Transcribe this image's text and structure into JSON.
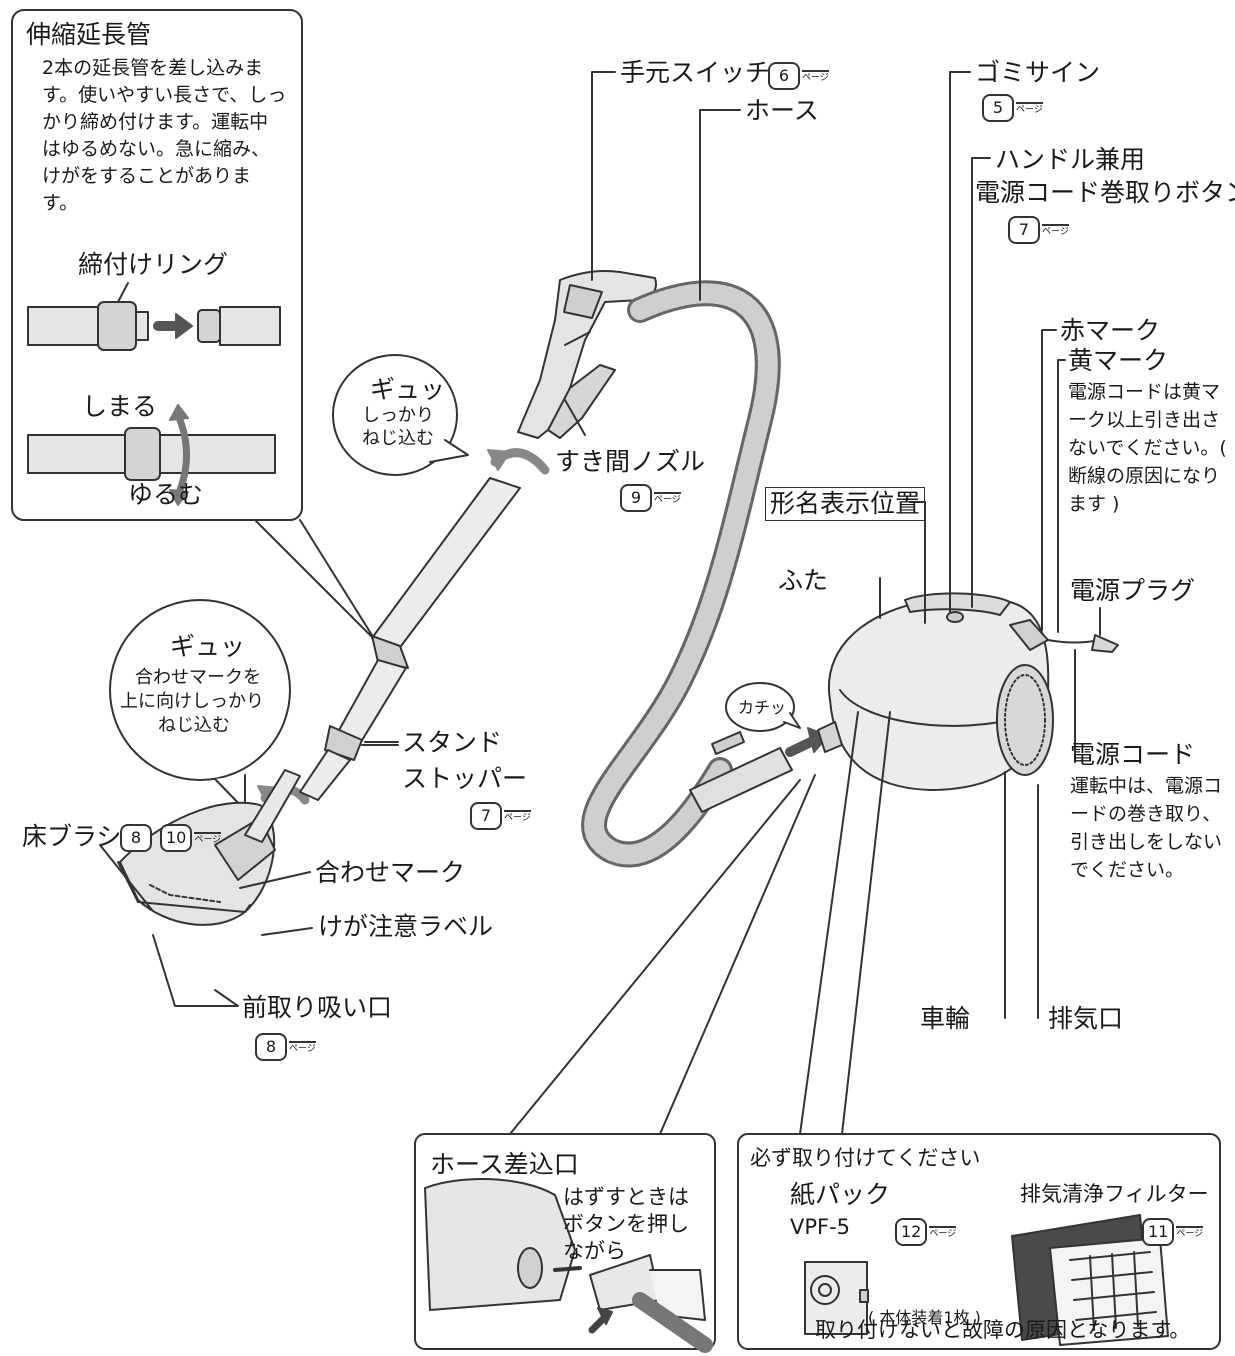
{
  "extension_pipe": {
    "title": "伸縮延長管",
    "note": "2本の延長管を差し込みます。使いやすい長さで、しっかり締め付けます。運転中はゆるめない。急に縮み、けがをすることがあります。",
    "ring_label": "締付けリング",
    "tighten_label": "しまる",
    "loosen_label": "ゆるむ"
  },
  "bubble_top": {
    "title": "ギュッ",
    "text1": "しっかり",
    "text2": "ねじ込む"
  },
  "bubble_left": {
    "title": "ギュッ",
    "text1": "合わせマークを",
    "text2": "上に向けしっかり",
    "text3": "ねじ込む"
  },
  "labels": {
    "hand_switch": "手元スイッチ",
    "hose": "ホース",
    "gap_nozzle": "すき間ノズル",
    "stand_stopper_1": "スタンド",
    "stand_stopper_2": "ストッパー",
    "floor_brush": "床ブラシ",
    "align_mark": "合わせマーク",
    "injury_label": "けが注意ラベル",
    "front_intake": "前取り吸い口",
    "click": "カチッ",
    "lid": "ふた",
    "model_position": "形名表示位置",
    "dust_sign": "ゴミサイン",
    "handle_1": "ハンドル兼用",
    "handle_2": "電源コード巻取りボタン",
    "red_mark": "赤マーク",
    "yellow_mark": "黄マーク",
    "yellow_note": "電源コードは黄マーク以上引き出さないでください。( 断線の原因になります )",
    "power_plug": "電源プラグ",
    "power_cord": "電源コード",
    "cord_note": "運転中は、電源コードの巻き取り、引き出しをしないでください。",
    "wheel": "車輪",
    "exhaust": "排気口"
  },
  "refs": {
    "page_suffix": "ページ",
    "hand_switch": "6",
    "dust_sign": "5",
    "handle": "7",
    "gap_nozzle": "9",
    "stand_stopper": "7",
    "floor_brush_a": "8",
    "floor_brush_b": "10",
    "front_intake": "8",
    "paper_pack": "12",
    "filter": "11"
  },
  "hose_inlet_box": {
    "title": "ホース差込口",
    "note1": "はずすときは",
    "note2": "ボタンを押し",
    "note3": "ながら"
  },
  "must_attach_box": {
    "title": "必ず取り付けてください",
    "paper_pack": "紙パック",
    "paper_model": "VPF-5",
    "pack_note": "( 本体装着1枚 )",
    "filter": "排気清浄フィルター",
    "warning": "取り付けないと故障の原因となります。"
  }
}
